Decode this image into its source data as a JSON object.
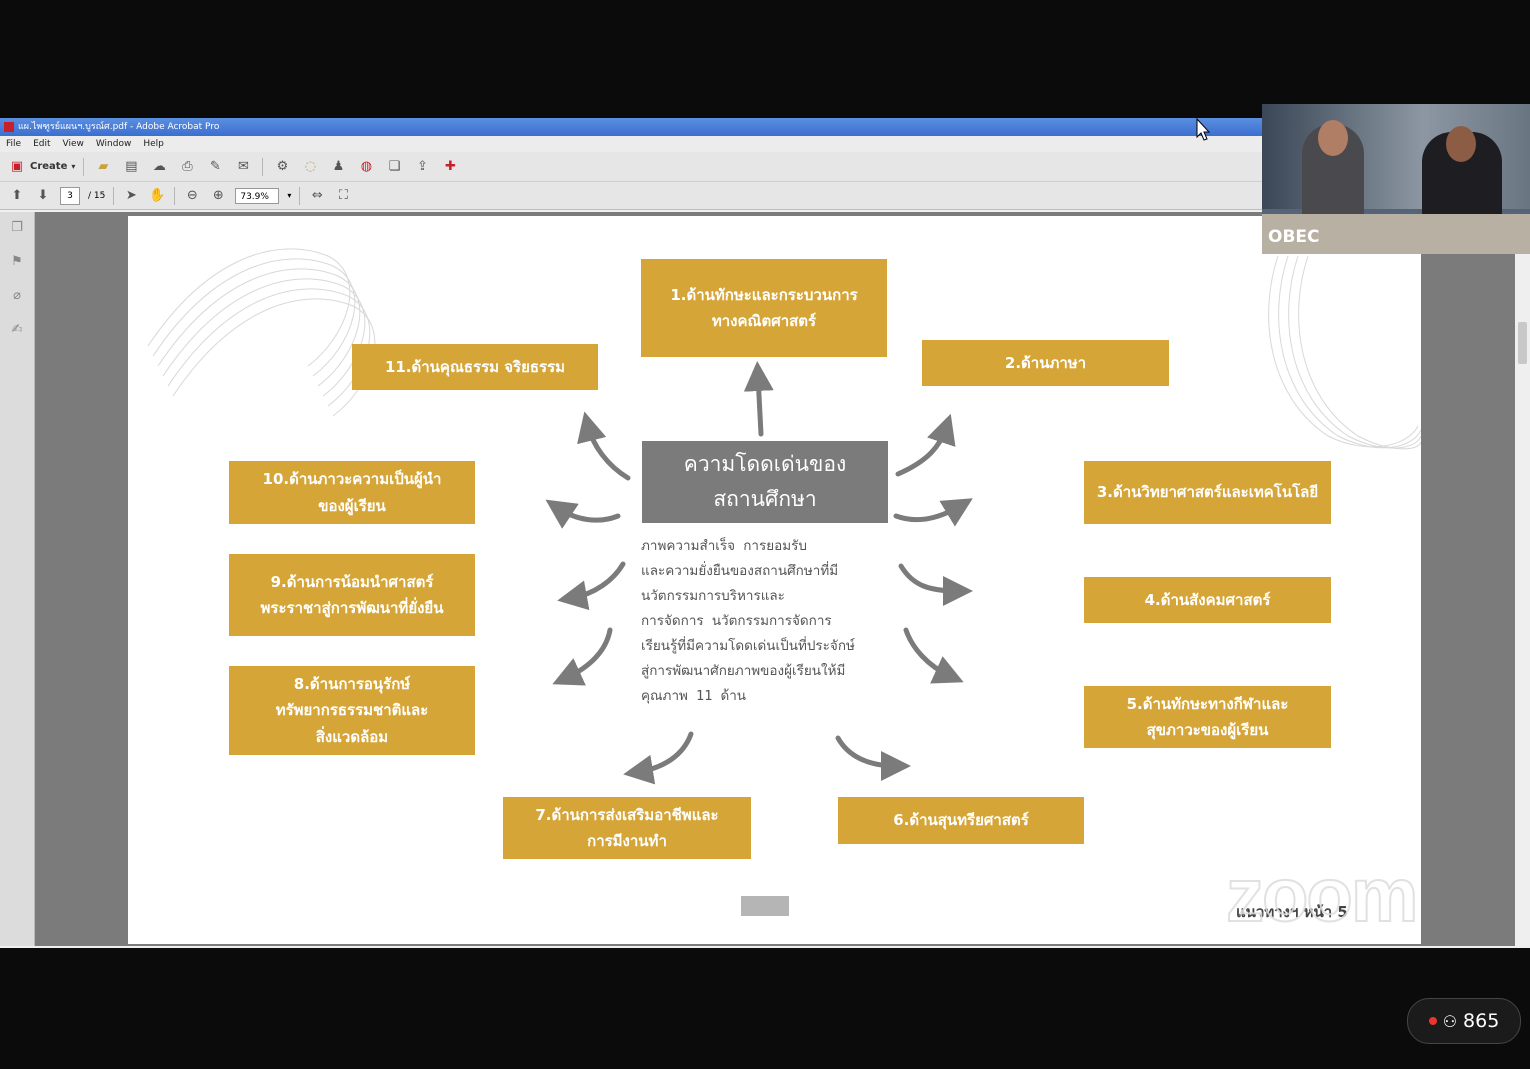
{
  "acrobat": {
    "window_title": "แผ.ไพฑูรย์แผนฯ.บูรณ์ศ.pdf - Adobe Acrobat Pro",
    "menu": [
      "File",
      "Edit",
      "View",
      "Window",
      "Help"
    ],
    "create_label": "Create",
    "page_current": "3",
    "page_total": "/ 15",
    "zoom": "73.9%"
  },
  "slide": {
    "center_title_line1": "ความโดดเด่นของ",
    "center_title_line2": "สถานศึกษา",
    "description": "ภาพความสำเร็จ การยอมรับ\nและความยั่งยืนของสถานศึกษาที่มี\nนวัตกรรมการบริหารและ\nการจัดการ นวัตกรรมการจัดการ\nเรียนรู้ที่มีความโดดเด่นเป็นที่ประจักษ์\nสู่การพัฒนาศักยภาพของผู้เรียนให้มี\nคุณภาพ 11 ด้าน",
    "boxes": {
      "b1": "1.ด้านทักษะและกระบวนการ\nทางคณิตศาสตร์",
      "b2": "2.ด้านภาษา",
      "b3": "3.ด้านวิทยาศาสตร์และเทคโนโลยี",
      "b4": "4.ด้านสังคมศาสตร์",
      "b5": "5.ด้านทักษะทางกีฬาและ\nสุขภาวะของผู้เรียน",
      "b6": "6.ด้านสุนทรียศาสตร์",
      "b7": "7.ด้านการส่งเสริมอาชีพและ\nการมีงานทำ",
      "b8": "8.ด้านการอนุรักษ์\nทรัพยากรธรรมชาติและ\nสิ่งแวดล้อม",
      "b9": "9.ด้านการน้อมนำศาสตร์\nพระราชาสู่การพัฒนาที่ยั่งยืน",
      "b10": "10.ด้านภาวะความเป็นผู้นำ\nของผู้เรียน",
      "b11": "11.ด้านคุณธรรม จริยธรรม"
    },
    "footer": "แนวทางฯ หน้า 5",
    "box_color": "#d6a538",
    "center_color": "#7b7b7b"
  },
  "video": {
    "label": "OBEC"
  },
  "zoom": {
    "watermark": "zoom",
    "participant_count": "865"
  }
}
